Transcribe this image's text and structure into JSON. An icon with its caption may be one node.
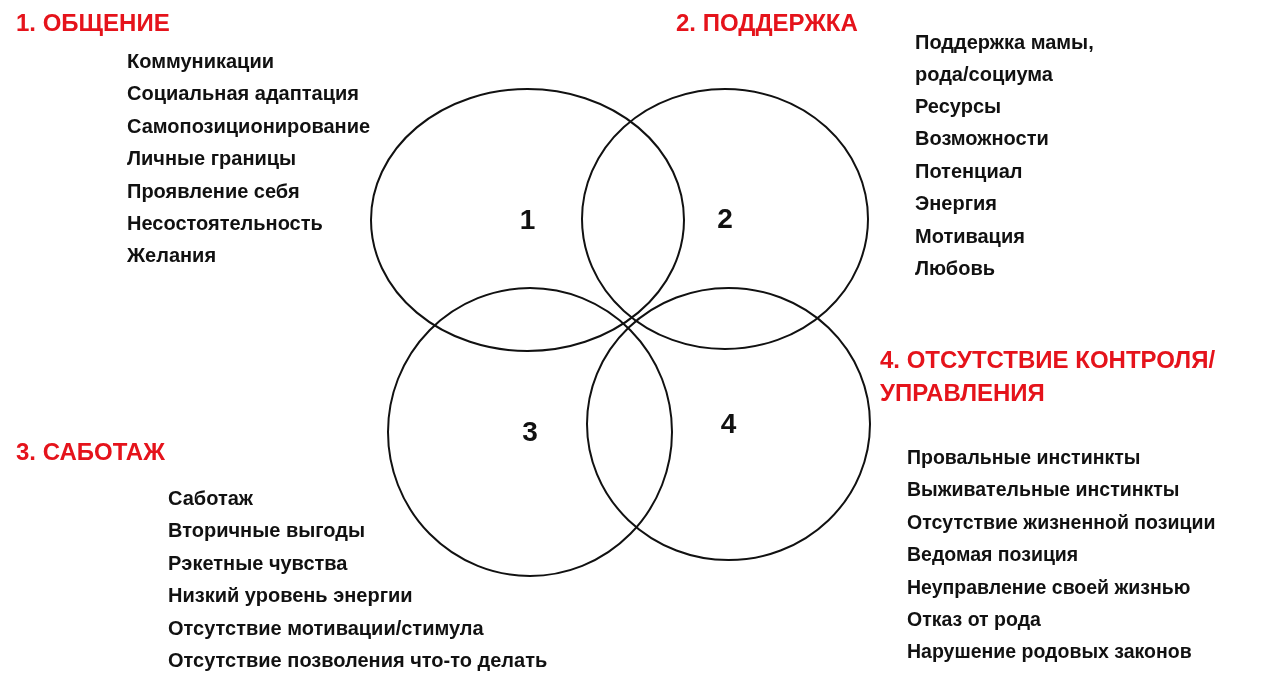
{
  "diagram": {
    "nodes": [
      {
        "text": [
          "1"
        ]
      },
      {
        "text": [
          "2"
        ]
      },
      {
        "text": [
          "3"
        ]
      },
      {
        "text": [
          "4"
        ]
      }
    ],
    "labels": [
      "1. ОБЩЕНИЕ",
      "Коммуникации",
      "Социальная адаптация",
      "Самопозиционирование",
      "Личные границы",
      "Проявление себя",
      "Несостоятельность",
      "Желания",
      "2. ПОДДЕРЖКА",
      "Поддержка мамы, рода/социума",
      "Ресурсы",
      "Возможности",
      "Потенциал",
      "Энергия",
      "Мотивация",
      "Любовь",
      "3. САБОТАЖ",
      "Саботаж",
      "Вторичные выгоды",
      "Рэкетные чувства",
      "Низкий уровень энергии",
      "Отсутствие мотивации/стимула",
      "Отсутствие позволения что-то делать",
      "4. ОТСУТСТВИЕ КОНТРОЛЯ/ УПРАВЛЕНИЯ",
      "Провальные инстинкты",
      "Выживательные инстинкты",
      "Отсутствие жизненной позиции",
      "Ведомая позиция",
      "Неуправление своей жизнью",
      "Отказ от рода",
      "Нарушение родовых законов"
    ]
  }
}
